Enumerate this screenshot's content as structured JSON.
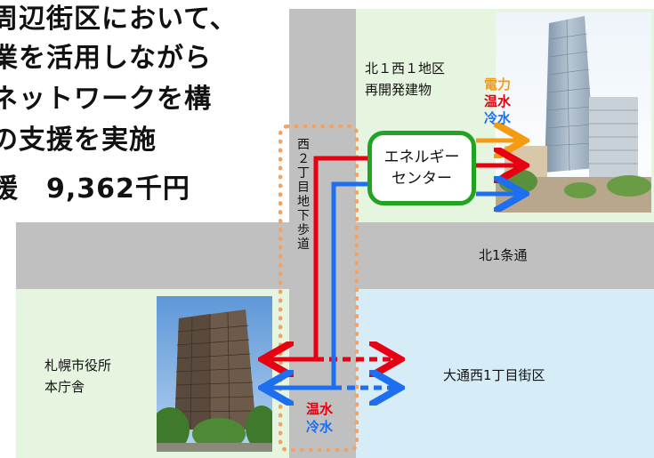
{
  "heading": {
    "line1": "周辺街区において、",
    "line2": "業を活用しながら",
    "line3": "ネットワークを構",
    "line4": "の支援を実施",
    "line5": "援　9,362千円"
  },
  "blocks": {
    "kita1nishi1": {
      "line1": "北１西１地区",
      "line2": "再開発建物"
    },
    "nishi2_underground": "西２丁目地下歩道",
    "kita1_street": "北1条通",
    "city_hall": {
      "line1": "札幌市役所",
      "line2": "本庁舎"
    },
    "odori": "大通西1丁目街区"
  },
  "energy_center": {
    "line1": "エネルギー",
    "line2": "センター"
  },
  "utilities_top": {
    "power": "電力",
    "hot_water": "温水",
    "cold_water": "冷水"
  },
  "utilities_bottom": {
    "hot_water": "温水",
    "cold_water": "冷水"
  },
  "colors": {
    "power": "#f39c12",
    "hot_water": "#e60012",
    "cold_water": "#1e6ff0",
    "green_block": "#e6f5df",
    "blue_block": "#d6ecf7",
    "road": "#bdbdbd",
    "dotted_border": "#f4a261",
    "center_border": "#22a422"
  }
}
